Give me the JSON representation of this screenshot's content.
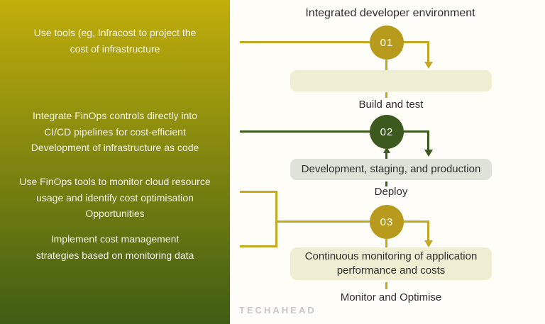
{
  "colors": {
    "panel_top": "#c1ae0a",
    "panel_bottom": "#3e5d14",
    "bg_cream": "#fffdf7",
    "gold": "#b89b1c",
    "gold_line": "#c2a823",
    "green": "#3c591e",
    "beige": "#f0eed2",
    "gray_box": "#dfe2d9",
    "text_dark": "#2e2e2e",
    "logo_gray": "#c7c7c7"
  },
  "left_panel": {
    "notes": [
      {
        "lines": [
          "Use tools (eg, Infracost to project the",
          "cost of infrastructure"
        ]
      },
      {
        "lines": [
          "Integrate FinOps controls directly into",
          "CI/CD pipelines for cost-efficient",
          "Development of infrastructure as code"
        ]
      },
      {
        "lines": [
          "Use FinOps tools to monitor cloud resource",
          "usage and identify cost optimisation",
          "Opportunities"
        ]
      },
      {
        "lines": [
          "Implement cost management",
          "strategies based on monitoring data"
        ]
      }
    ]
  },
  "flow": {
    "title": "Integrated developer environment",
    "steps": [
      {
        "number": "01",
        "box_text": "",
        "caption": "Build and test"
      },
      {
        "number": "02",
        "box_text": "Development, staging, and production",
        "caption": "Deploy"
      },
      {
        "number": "03",
        "box_lines": [
          "Continuous monitoring of application",
          "performance and costs"
        ],
        "caption": "Monitor and Optimise"
      }
    ]
  },
  "brand": {
    "logo_text": "TECHAHEAD"
  }
}
